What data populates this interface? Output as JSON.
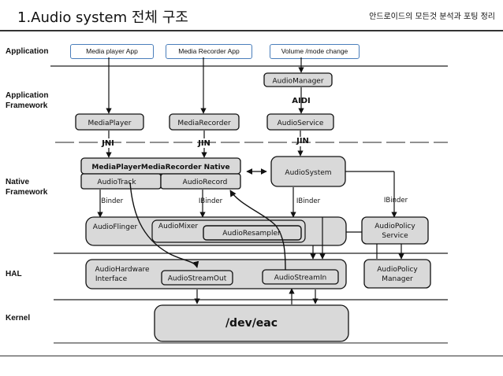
{
  "header": {
    "title": "1.Audio system 전체 구조",
    "subtitle": "안드로이드의 모든것 분석과 포팅 정리"
  },
  "layers": {
    "application": "Application",
    "framework_1": "Application",
    "framework_2": "Framework",
    "native_1": "Native",
    "native_2": "Framework",
    "hal": "HAL",
    "kernel": "Kernel"
  },
  "apps": {
    "media_player": "Media player App",
    "media_recorder": "Media Recorder App",
    "volume": "Volume /mode change"
  },
  "diagram": {
    "audio_manager": "AudioManager",
    "aidl": "AIDI",
    "media_player": "MediaPlayer",
    "media_recorder": "MediaRecorder",
    "audio_service": "AudioService",
    "jni": "JNI",
    "jin_1": "JIN",
    "jin_2": "JIN",
    "native_title": "MediaPlayerMediaRecorder Native",
    "audio_track": "AudioTrack",
    "audio_record": "AudioRecord",
    "audio_system": "AudioSystem",
    "ibinder_1": "IBinder",
    "ibinder_2": "IBinder",
    "ibinder_3": "IBinder",
    "ibinder_4": "IBinder",
    "audio_flinger": "AudioFlinger",
    "audio_mixer": "AudioMixer",
    "audio_resampler": "AudioResampler",
    "policy_service_1": "AudioPolicy",
    "policy_service_2": "Service",
    "hw_interface_1": "AudioHardware",
    "hw_interface_2": "Interface",
    "stream_out": "AudioStreamOut",
    "stream_in": "AudioStreamIn",
    "policy_manager_1": "AudioPolicy",
    "policy_manager_2": "Manager",
    "dev_eac": "/dev/eac"
  }
}
